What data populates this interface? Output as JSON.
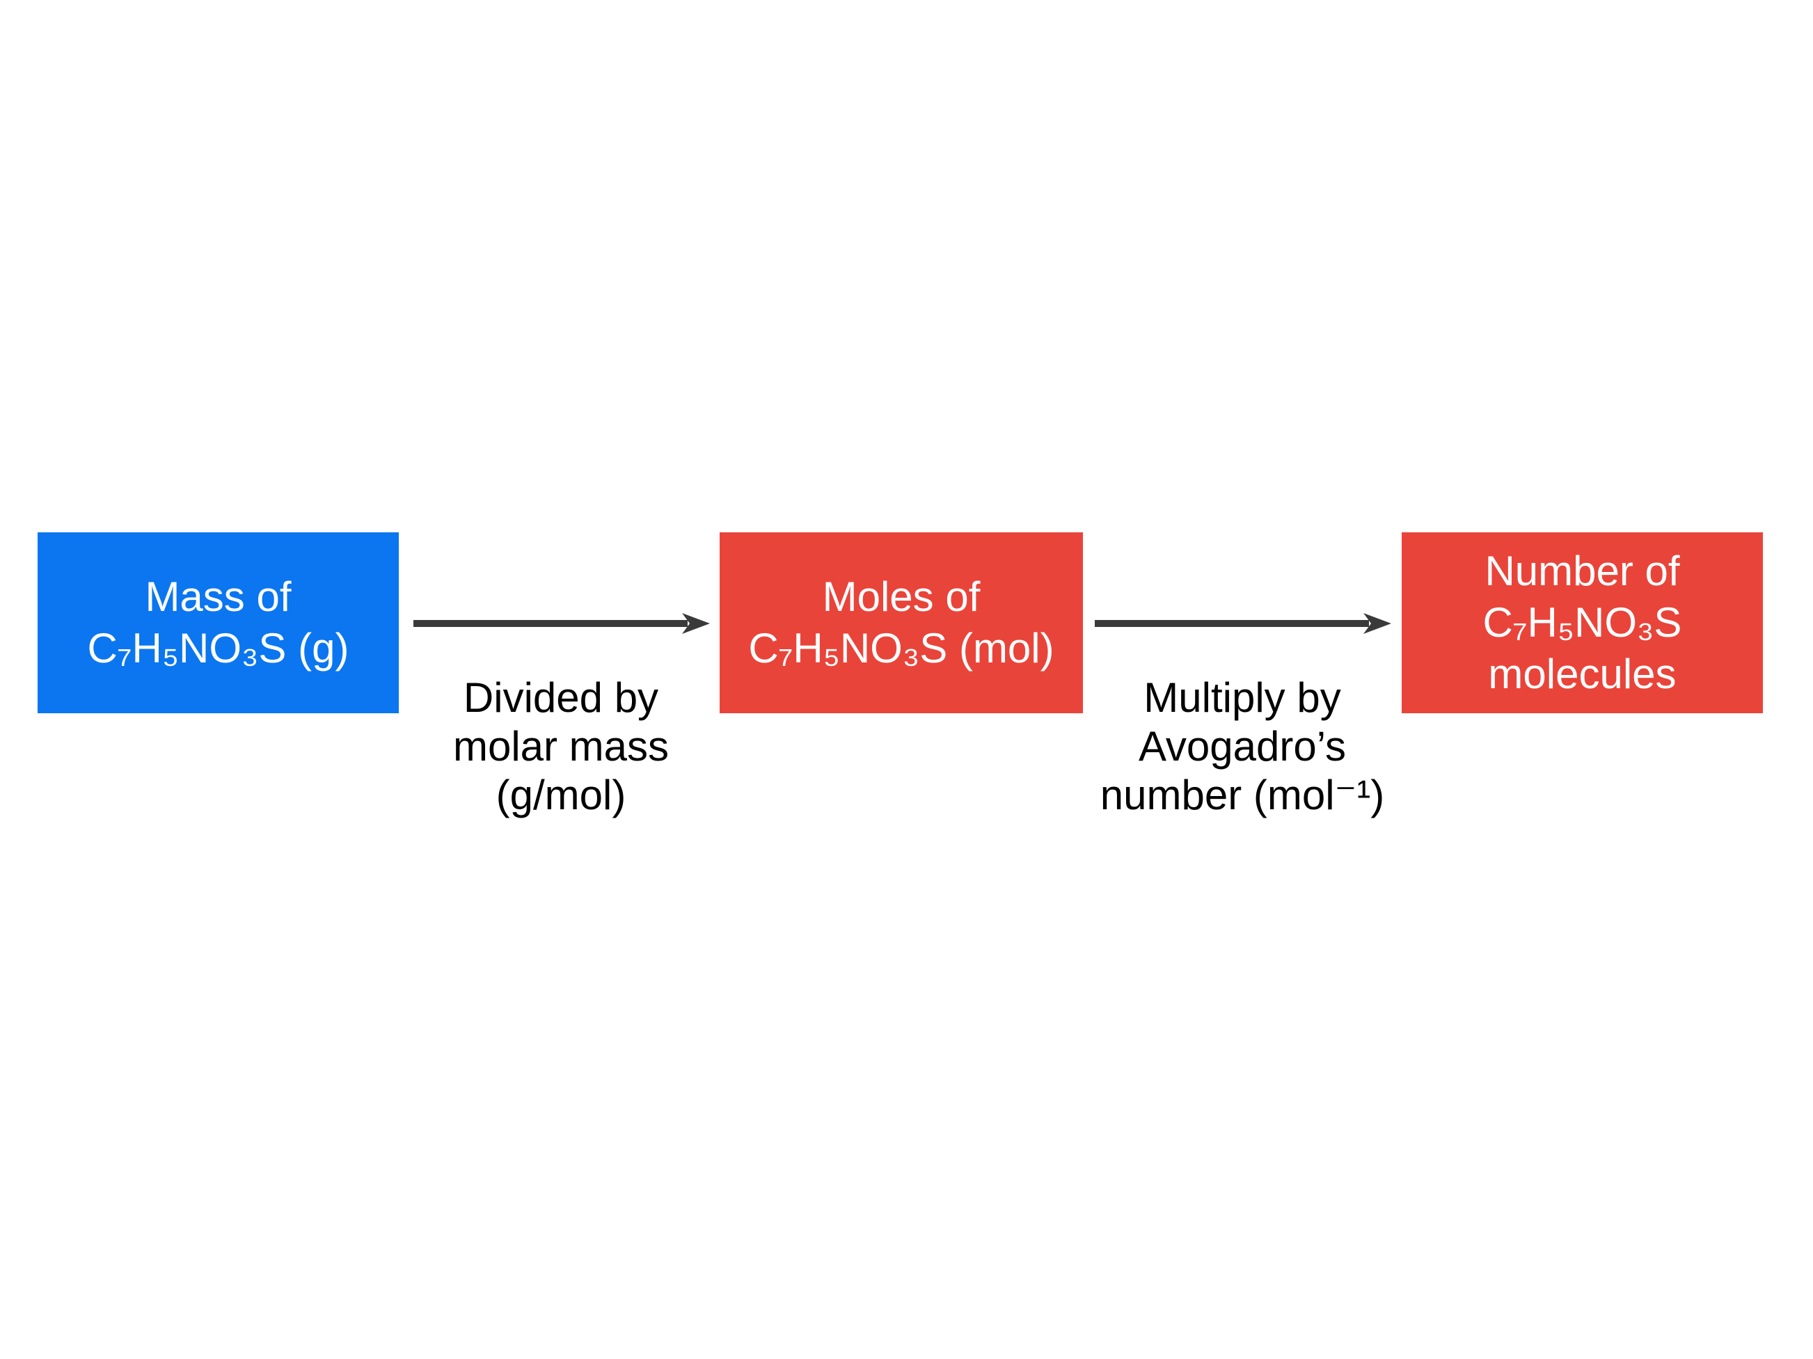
{
  "canvas": {
    "background": "#ffffff"
  },
  "boxes": [
    {
      "id": "mass",
      "text": "Mass of\nC₇H₅NO₃S (g)",
      "fill": "#0b76f0",
      "text_color": "#ffffff"
    },
    {
      "id": "moles",
      "text": "Moles of\nC₇H₅NO₃S (mol)",
      "fill": "#e9443a",
      "text_color": "#ffffff"
    },
    {
      "id": "molecules",
      "text": "Number of\nC₇H₅NO₃S\nmolecules",
      "fill": "#e9443a",
      "text_color": "#ffffff"
    }
  ],
  "arrows": [
    {
      "id": "divide-step",
      "label": "Divided by\nmolar mass\n(g/mol)",
      "color": "#3a3a3a"
    },
    {
      "id": "multiply-step",
      "label": "Multiply by\nAvogadro’s\nnumber (mol⁻¹)",
      "color": "#3a3a3a"
    }
  ],
  "label_text_color": "#000000"
}
